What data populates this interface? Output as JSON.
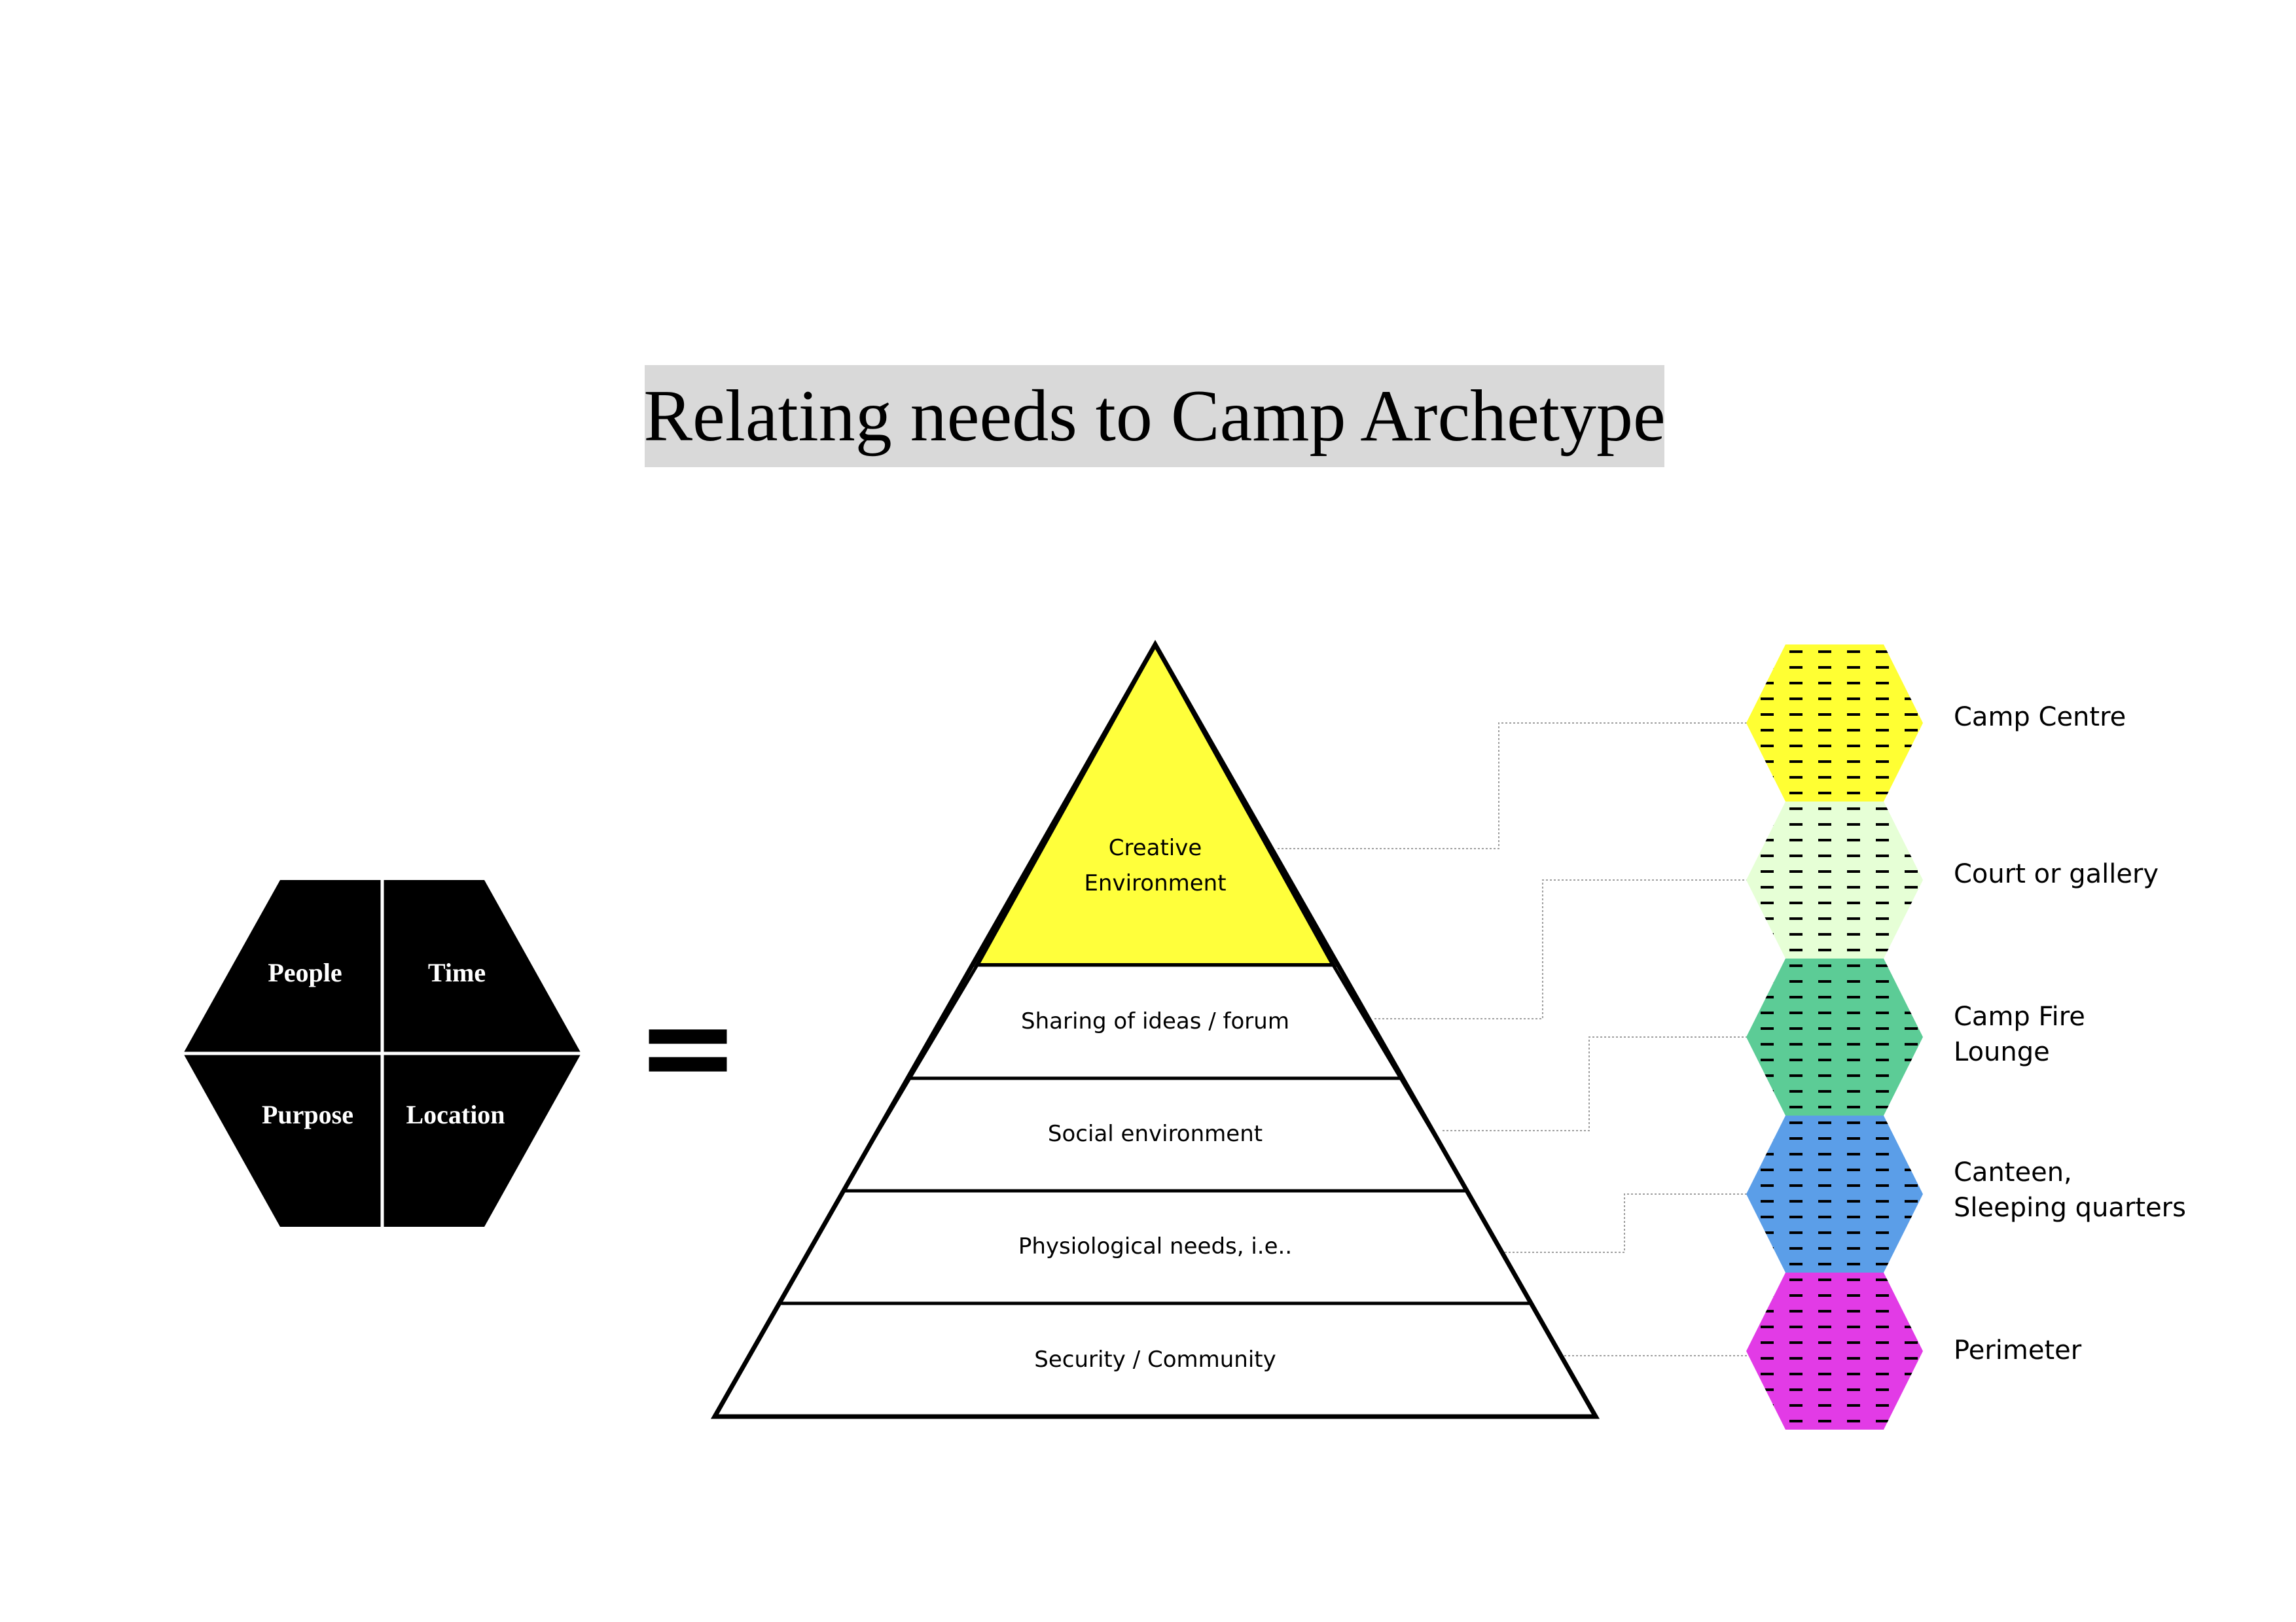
{
  "title": "Relating needs to Camp Archetype",
  "equals_sign": "=",
  "quad_hexagon": {
    "fill": "#000000",
    "cells": [
      {
        "id": "people",
        "label": "People"
      },
      {
        "id": "time",
        "label": "Time"
      },
      {
        "id": "purpose",
        "label": "Purpose"
      },
      {
        "id": "location",
        "label": "Location"
      }
    ]
  },
  "pyramid": {
    "levels": [
      {
        "id": "creative",
        "lines": [
          "Creative",
          "Environment"
        ],
        "fill": "#ffff3b"
      },
      {
        "id": "sharing",
        "lines": [
          "Sharing of ideas / forum"
        ],
        "fill": "#ffffff"
      },
      {
        "id": "social",
        "lines": [
          "Social environment"
        ],
        "fill": "#ffffff"
      },
      {
        "id": "physiological",
        "lines": [
          "Physiological needs, i.e.."
        ],
        "fill": "#ffffff"
      },
      {
        "id": "security",
        "lines": [
          "Security / Community"
        ],
        "fill": "#ffffff"
      }
    ]
  },
  "archetypes": [
    {
      "id": "camp-centre",
      "lines": [
        "Camp Centre"
      ],
      "color": "#ffff33"
    },
    {
      "id": "court-gallery",
      "lines": [
        "Court or gallery"
      ],
      "color": "#e6ffd6"
    },
    {
      "id": "camp-fire-lounge",
      "lines": [
        "Camp Fire",
        "Lounge"
      ],
      "color": "#5ccc96"
    },
    {
      "id": "canteen",
      "lines": [
        "Canteen,",
        "Sleeping quarters"
      ],
      "color": "#5b9ee8"
    },
    {
      "id": "perimeter",
      "lines": [
        "Perimeter"
      ],
      "color": "#e23be6"
    }
  ]
}
